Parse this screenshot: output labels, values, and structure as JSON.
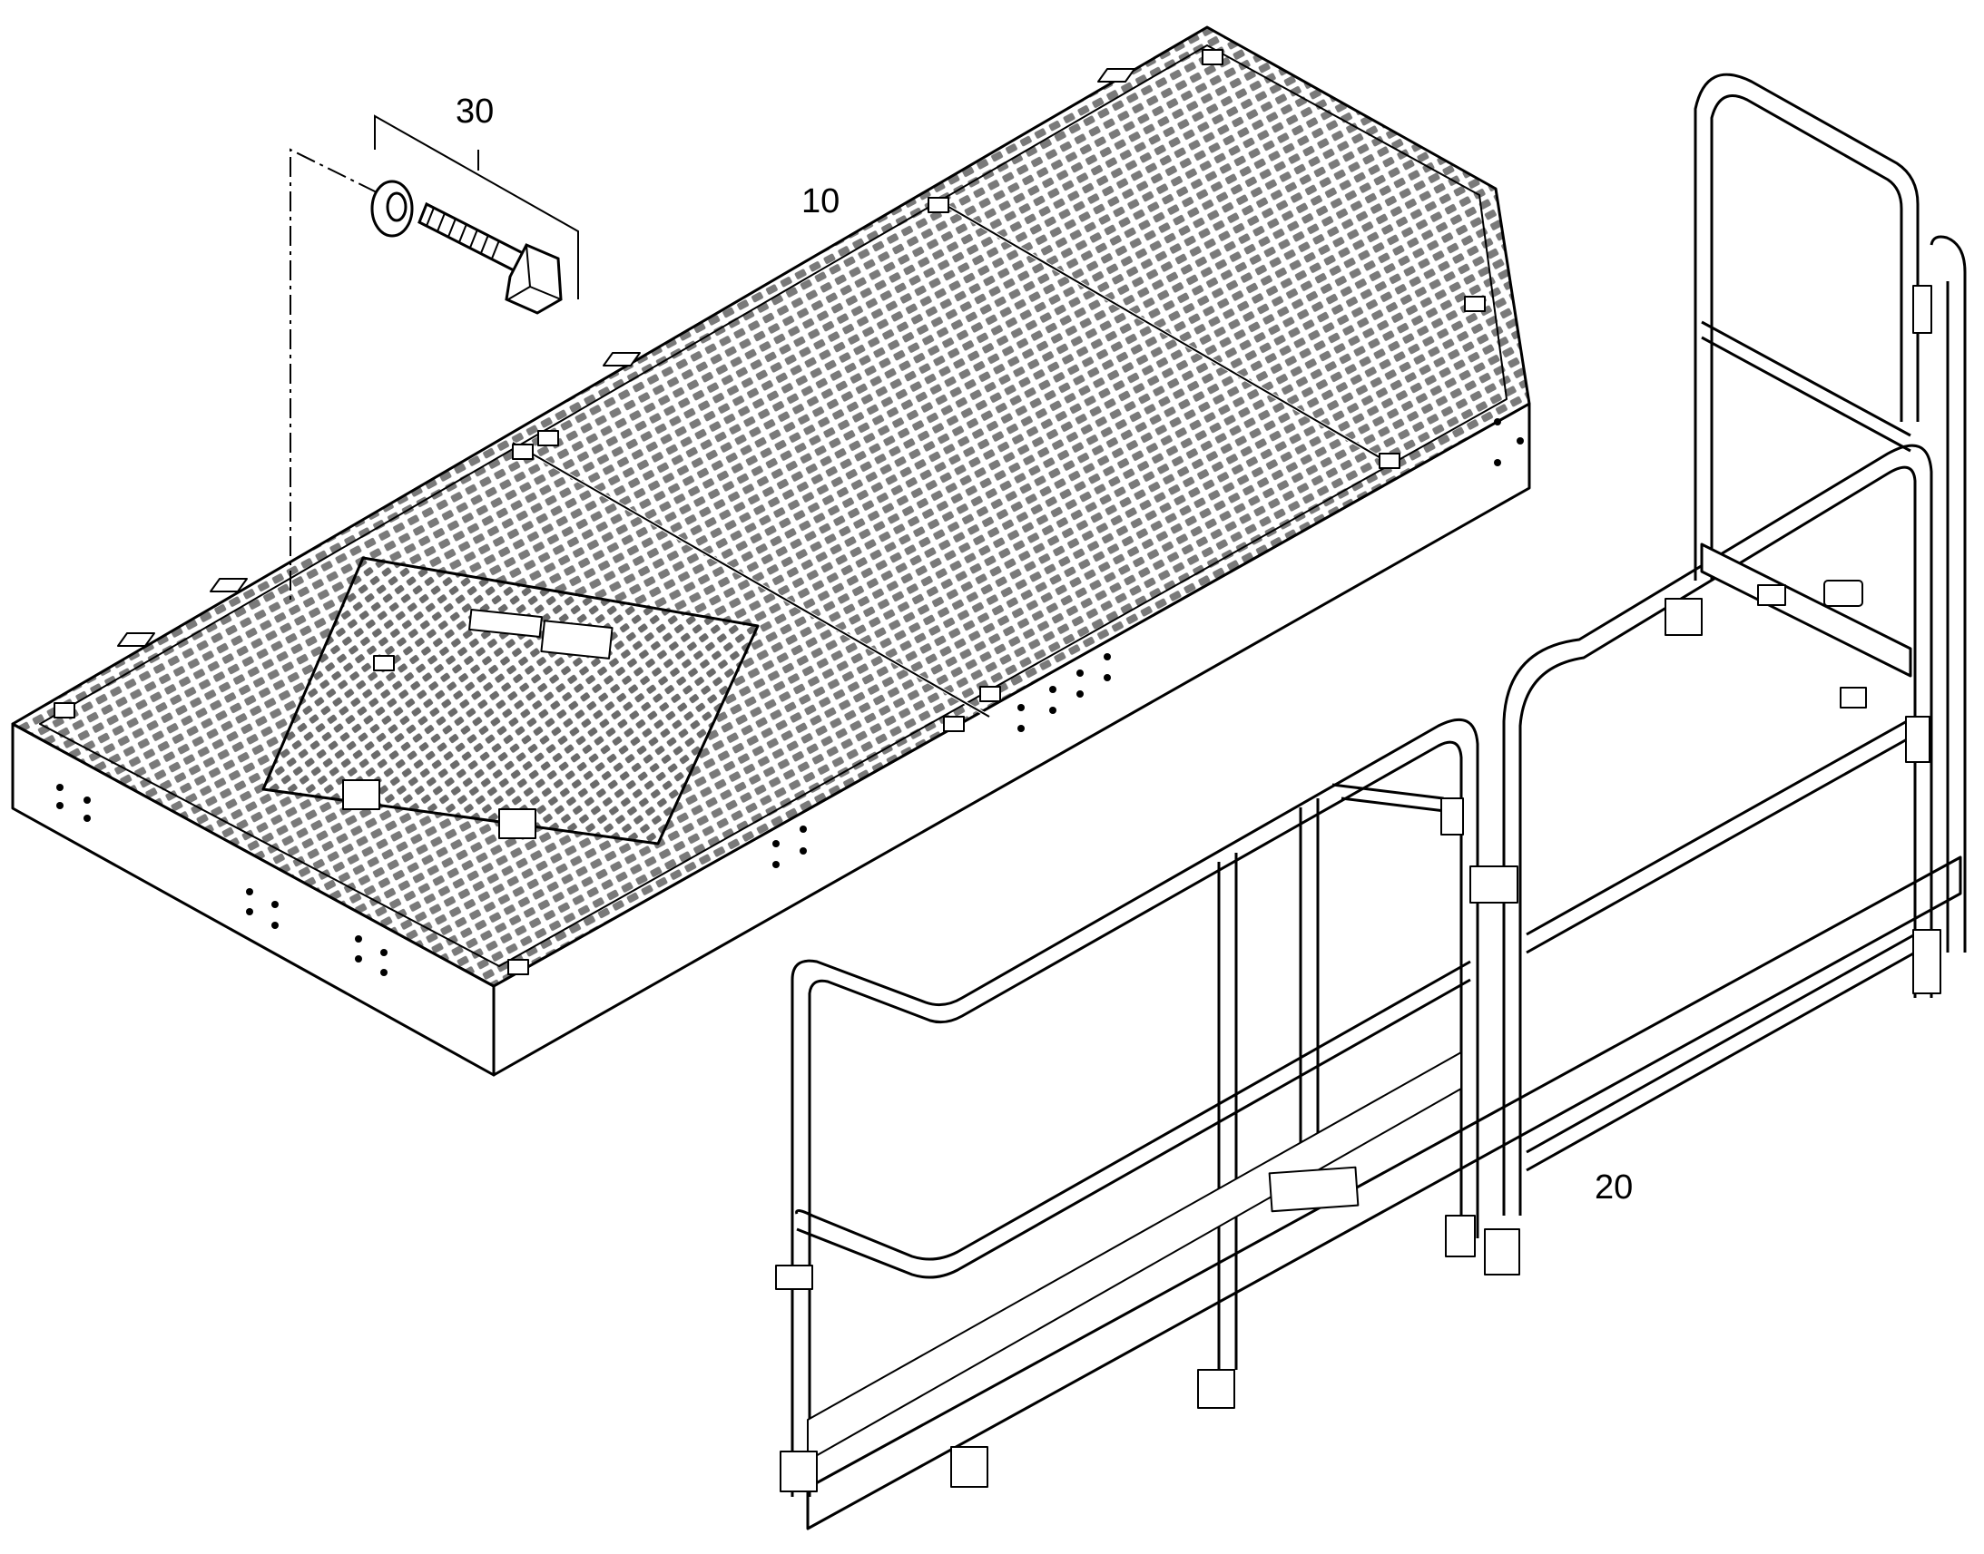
{
  "callouts": {
    "bolt": "30",
    "platform": "10",
    "railing": "20"
  },
  "colors": {
    "line": "#000000",
    "grating": "#7a7a7a",
    "background": "#ffffff"
  },
  "icons": {
    "bolt": "hex-bolt-icon",
    "washer": "washer-icon"
  }
}
